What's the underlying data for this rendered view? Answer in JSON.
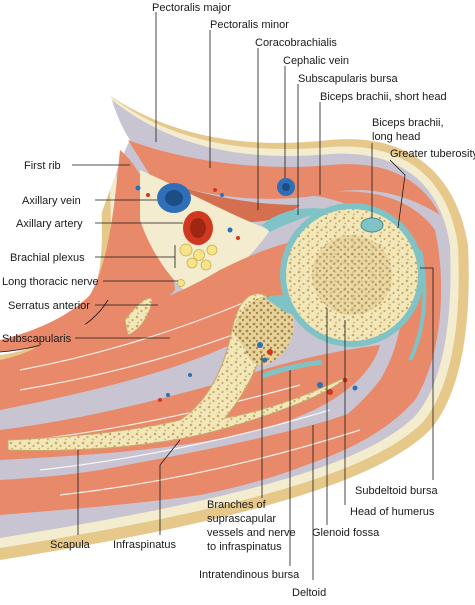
{
  "figure": {
    "labels": {
      "pectoralis_major": "Pectoralis major",
      "pectoralis_minor": "Pectoralis minor",
      "coracobrachialis": "Coracobrachialis",
      "cephalic_vein": "Cephalic vein",
      "subscapularis_bursa": "Subscapularis bursa",
      "biceps_short_head": "Biceps brachii, short head",
      "biceps_long_head_1": "Biceps brachii,",
      "biceps_long_head_2": "long head",
      "greater_tuberosity": "Greater tuberosity",
      "first_rib": "First rib",
      "axillary_vein": "Axillary vein",
      "axillary_artery": "Axillary artery",
      "brachial_plexus": "Brachial plexus",
      "long_thoracic_nerve": "Long thoracic  nerve",
      "serratus_anterior": "Serratus anterior",
      "subscapularis": "Subscapularis",
      "scapula": "Scapula",
      "infraspinatus": "Infraspinatus",
      "suprascapular_1": "Branches of",
      "suprascapular_2": "suprascapular",
      "suprascapular_3": "vessels and nerve",
      "suprascapular_4": "to infraspinatus",
      "subdeltoid_bursa": "Subdeltoid bursa",
      "head_of_humerus": "Head of humerus",
      "glenoid_fossa": "Glenoid fossa",
      "intratendinous_bursa": "Intratendinous bursa",
      "deltoid": "Deltoid"
    },
    "colors": {
      "skin": "#e6c88a",
      "fat": "#f3ecce",
      "fascia": "#c8c4d2",
      "muscle": "#e8896a",
      "muscle_dark": "#d4704f",
      "bone": "#f2e7b8",
      "spongy": "#c9a86a",
      "cartilage": "#7fc3c6",
      "vein": "#2f6fb8",
      "artery": "#d0391f",
      "nerve": "#f6e38a",
      "lead_line": "#1a1a1a"
    }
  }
}
